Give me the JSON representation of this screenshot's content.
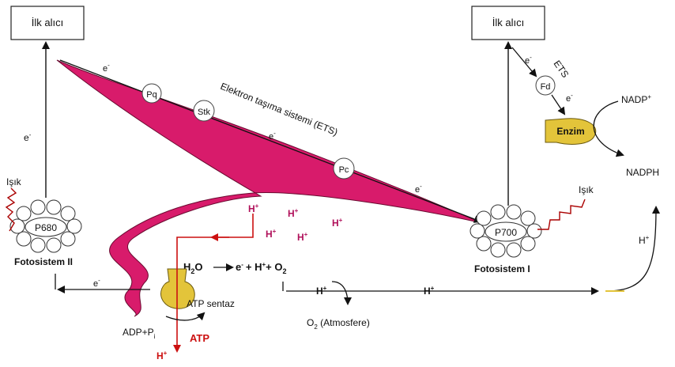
{
  "boxes": {
    "left": "İlk alıcı",
    "right": "İlk alıcı"
  },
  "carriers": {
    "pq": "Pq",
    "stk": "Stk",
    "pc": "Pc",
    "fd": "Fd"
  },
  "ets_title": "Elektron taşıma sistemi (ETS)",
  "ets_short": "ETS",
  "electron": "e",
  "electron_sup": "-",
  "light": "Işık",
  "ps2": {
    "center": "P680",
    "name": "Fotosistem II"
  },
  "ps1": {
    "center": "P700",
    "name": "Fotosistem I"
  },
  "enzyme": "Enzim",
  "nadp_plus": "NADP",
  "plus_sup": "+",
  "nadph": "NADPH",
  "h_plus": "H",
  "water": {
    "h": "H",
    "sub2": "2",
    "o": "O"
  },
  "reaction_rhs": {
    "e": "e",
    "plus_h": "+ H",
    "plus_o": "+ O",
    "sub2": "2"
  },
  "o2_atm": {
    "o": "O",
    "sub": "2",
    "rest": " (Atmosfere)"
  },
  "atp_synthase": "ATP sentaz",
  "adp": {
    "text": "ADP+P",
    "sub": "i"
  },
  "atp": "ATP",
  "colors": {
    "membrane": "#d81b6b",
    "enzyme": "#e3c43a",
    "red_arrow": "#cc1010",
    "proton_magenta": "#b0105a"
  }
}
